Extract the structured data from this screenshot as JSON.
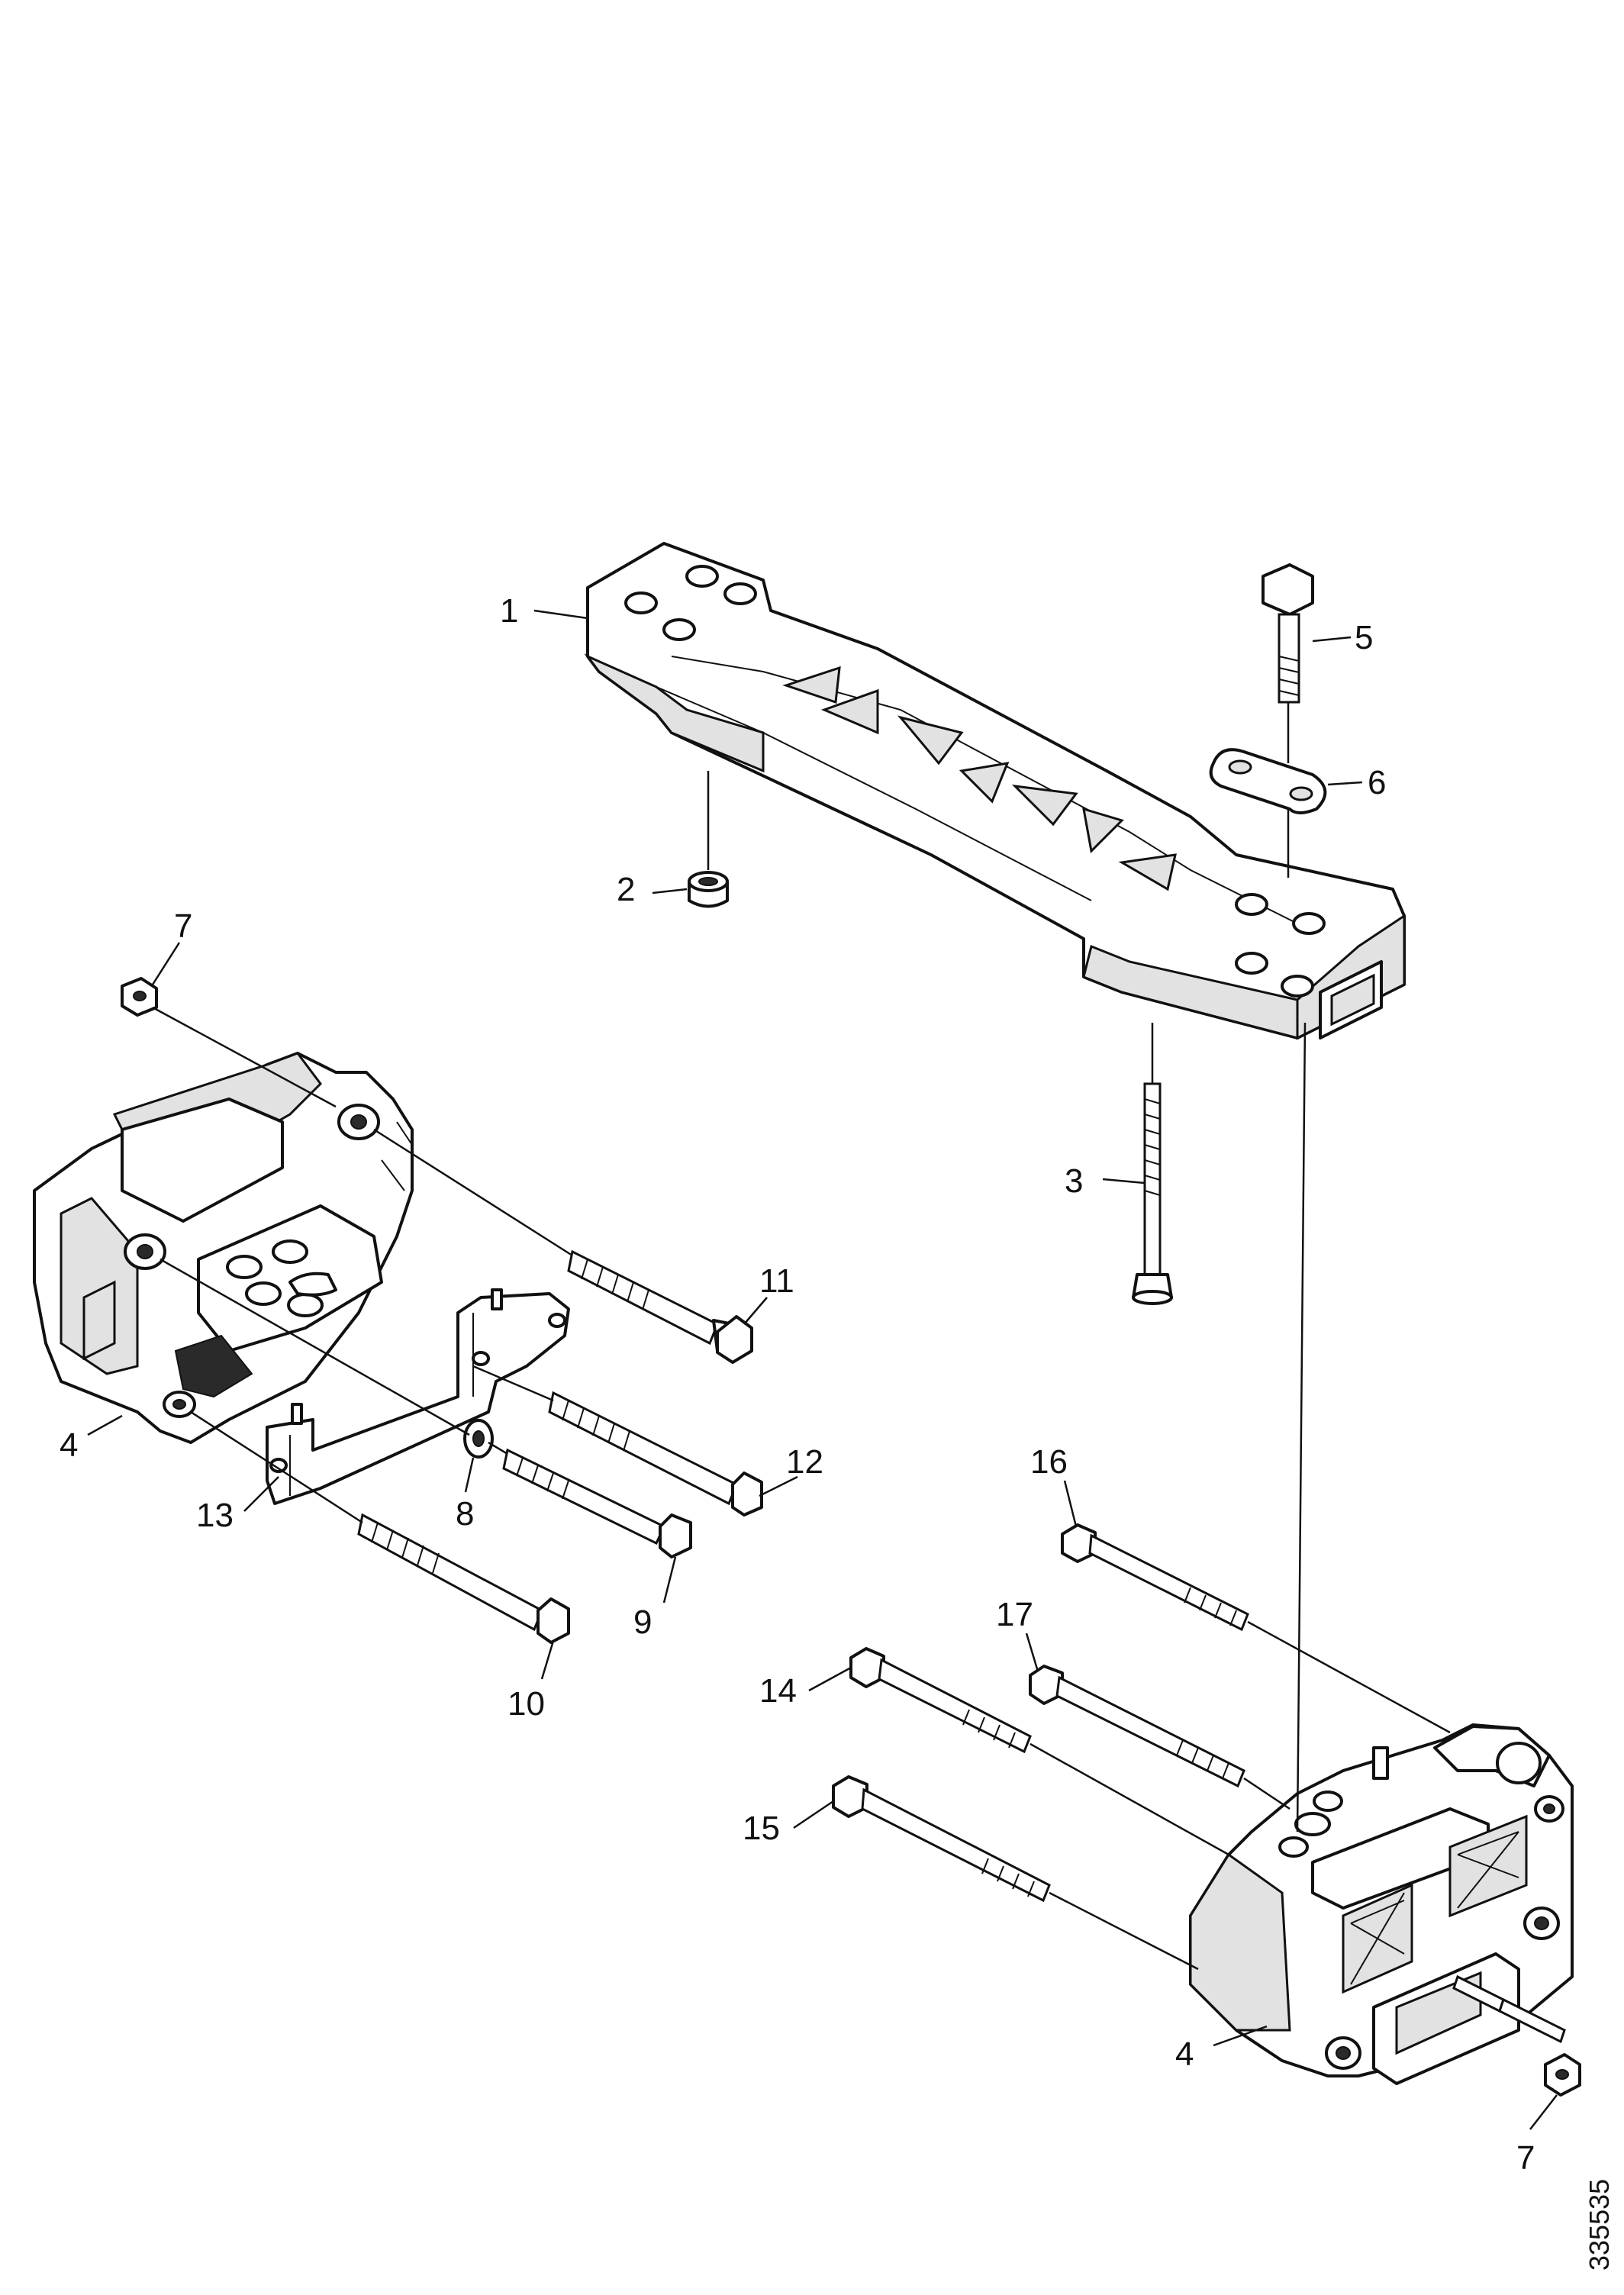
{
  "callouts": {
    "c1": "1",
    "c2": "2",
    "c3": "3",
    "c4a": "4",
    "c4b": "4",
    "c5": "5",
    "c6": "6",
    "c7a": "7",
    "c7b": "7",
    "c8": "8",
    "c9": "9",
    "c10": "10",
    "c11": "11",
    "c12": "12",
    "c13": "13",
    "c14": "14",
    "c15": "15",
    "c16": "16",
    "c17": "17"
  },
  "reference_number": "335535"
}
